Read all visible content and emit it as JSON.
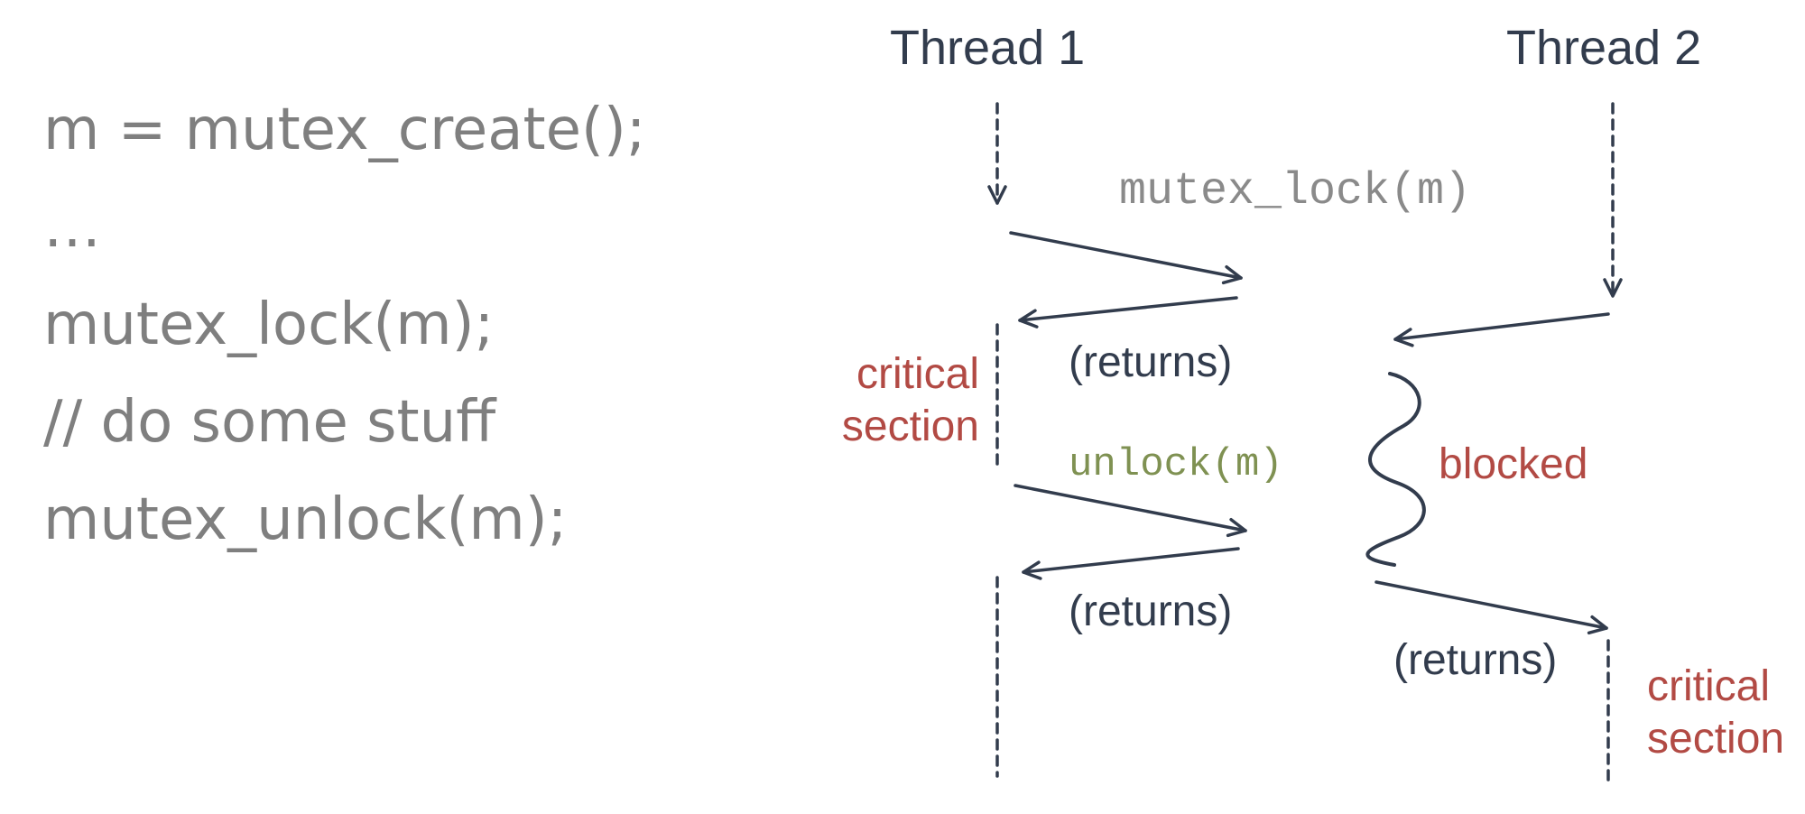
{
  "code": {
    "lines": [
      "m = mutex_create();",
      "…",
      "mutex_lock(m);",
      "// do some stuff",
      "mutex_unlock(m);"
    ]
  },
  "diagram": {
    "thread1_title": "Thread 1",
    "thread2_title": "Thread 2",
    "lock_call": "mutex_lock(m)",
    "unlock_call": "unlock(m)",
    "returns_label": "(returns)",
    "critical_section_label": "critical\nsection",
    "blocked_label": "blocked"
  },
  "colors": {
    "code_text": "#7f7f7f",
    "dark_slate": "#323c4d",
    "red_label": "#b24a44",
    "olive": "#7f9152",
    "gray_mono": "#8a8a8a"
  }
}
